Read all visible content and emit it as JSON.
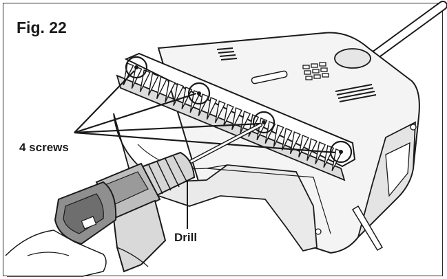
{
  "figure": {
    "title": "Fig. 22",
    "labels": {
      "screws": "4 screws",
      "drill": "Drill"
    }
  },
  "colors": {
    "line": "#1a1a1a",
    "fill_light": "#f2f2f2",
    "fill_mid": "#d9d9d9",
    "fill_dark": "#8c8c8c"
  }
}
